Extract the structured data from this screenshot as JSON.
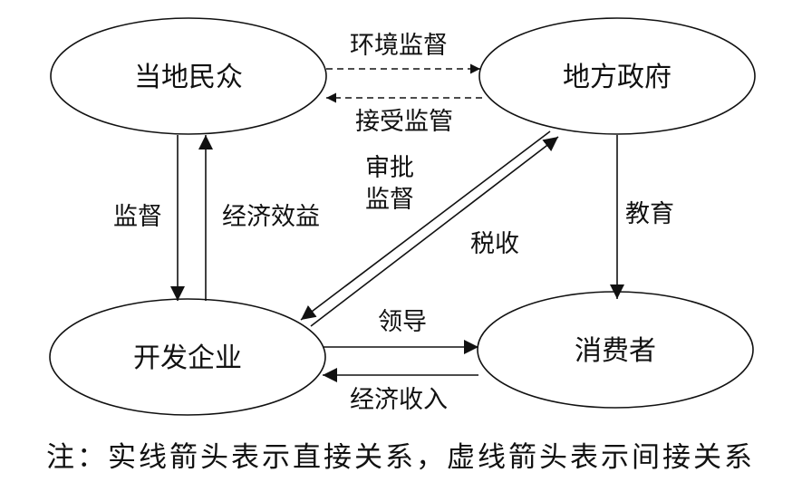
{
  "nodes": {
    "local_public": "当地民众",
    "local_government": "地方政府",
    "developer": "开发企业",
    "consumer": "消费者"
  },
  "edges": {
    "env_supervision": "环境监督",
    "accept_regulation": "接受监管",
    "supervision": "监督",
    "economic_benefit": "经济效益",
    "approval_line1": "审批",
    "approval_line2": "监督",
    "tax": "税收",
    "education": "教育",
    "leadership": "领导",
    "economic_income": "经济收入"
  },
  "note": "注：实线箭头表示直接关系，虚线箭头表示间接关系"
}
